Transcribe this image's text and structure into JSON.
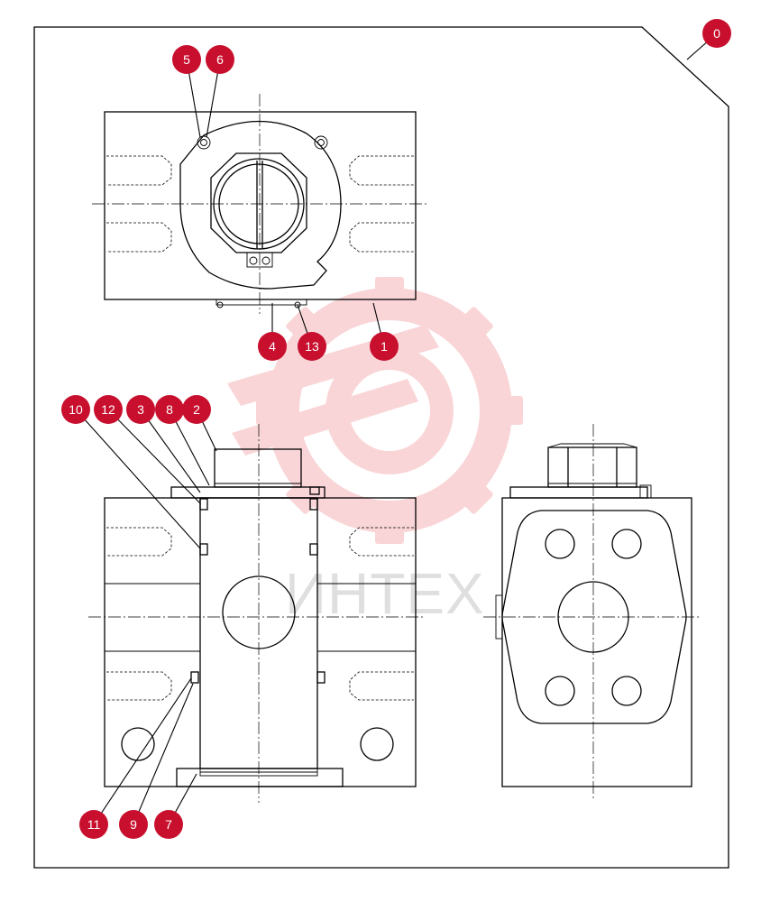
{
  "watermark": {
    "text": "ИНТЕХ",
    "color": "#e41f2d"
  },
  "badge_color": "#c8102e",
  "callouts": {
    "c0": "0",
    "c1": "1",
    "c2": "2",
    "c3": "3",
    "c4": "4",
    "c5": "5",
    "c6": "6",
    "c7": "7",
    "c8": "8",
    "c9": "9",
    "c10": "10",
    "c11": "11",
    "c12": "12",
    "c13": "13"
  }
}
